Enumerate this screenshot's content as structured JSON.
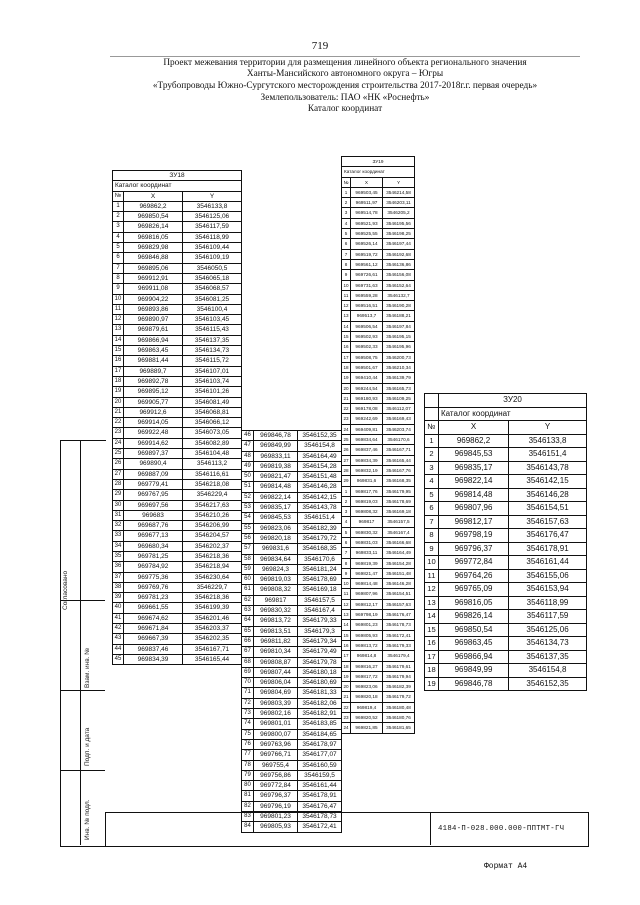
{
  "page_number": "719",
  "header": {
    "line1": "Проект межевания территории для размещения линейного объекта регионального значения",
    "line2": "Ханты-Мансийского автономного округа – Югры",
    "line3": "«Трубопроводы Южно-Сургутского месторождения строительства 2017-2018г.г. первая очередь»",
    "line4": "Землепользователь: ПАО «НК «Роснефть»",
    "line5": "Каталог координат"
  },
  "zu18": {
    "title": "ЗУ18",
    "subtitle": "Каталог координат",
    "col_num": "№",
    "col_x": "X",
    "col_y": "Y",
    "rows": [
      [
        "1",
        "969862,2",
        "3546133,8"
      ],
      [
        "2",
        "969850,54",
        "3546125,06"
      ],
      [
        "3",
        "969826,14",
        "3546117,59"
      ],
      [
        "4",
        "969816,05",
        "3546118,99"
      ],
      [
        "5",
        "969829,98",
        "3546109,44"
      ],
      [
        "6",
        "969846,88",
        "3546109,19"
      ],
      [
        "7",
        "969895,06",
        "3546050,5"
      ],
      [
        "8",
        "969912,91",
        "3546065,18"
      ],
      [
        "9",
        "969911,08",
        "3546068,57"
      ],
      [
        "10",
        "969904,22",
        "3546081,25"
      ],
      [
        "11",
        "969893,86",
        "3546100,4"
      ],
      [
        "12",
        "969890,97",
        "3546103,45"
      ],
      [
        "13",
        "969879,61",
        "3546115,43"
      ],
      [
        "14",
        "969866,94",
        "3546137,35"
      ],
      [
        "15",
        "969863,45",
        "3546134,73"
      ],
      [
        "16",
        "969881,44",
        "3546115,72"
      ],
      [
        "17",
        "969889,7",
        "3546107,01"
      ],
      [
        "18",
        "969892,78",
        "3546103,74"
      ],
      [
        "19",
        "969895,12",
        "3546101,26"
      ],
      [
        "20",
        "969905,77",
        "3546081,49"
      ],
      [
        "21",
        "969912,6",
        "3546068,81"
      ],
      [
        "22",
        "969914,05",
        "3546066,12"
      ],
      [
        "23",
        "969922,48",
        "3546073,05"
      ],
      [
        "24",
        "969914,62",
        "3546082,89"
      ],
      [
        "25",
        "969897,37",
        "3546104,48"
      ],
      [
        "26",
        "969890,4",
        "3546113,2"
      ],
      [
        "27",
        "969887,09",
        "3546116,61"
      ],
      [
        "28",
        "969779,41",
        "3546218,08"
      ],
      [
        "29",
        "969767,95",
        "3546229,4"
      ],
      [
        "30",
        "969697,56",
        "3546217,63"
      ],
      [
        "31",
        "969683",
        "3546210,26"
      ],
      [
        "32",
        "969687,76",
        "3546206,99"
      ],
      [
        "33",
        "969677,13",
        "3546204,57"
      ],
      [
        "34",
        "969680,34",
        "3546202,37"
      ],
      [
        "35",
        "969781,25",
        "3546218,36"
      ],
      [
        "36",
        "969784,92",
        "3546218,94"
      ],
      [
        "37",
        "969775,36",
        "3546230,64"
      ],
      [
        "38",
        "969769,76",
        "3546229,7"
      ],
      [
        "39",
        "969781,23",
        "3546218,36"
      ],
      [
        "40",
        "969661,55",
        "3546199,39"
      ],
      [
        "41",
        "969674,62",
        "3546201,46"
      ],
      [
        "42",
        "969671,84",
        "3546203,37"
      ],
      [
        "43",
        "969667,39",
        "3546202,35"
      ],
      [
        "44",
        "969837,46",
        "3546167,71"
      ],
      [
        "45",
        "969834,39",
        "3546165,44"
      ]
    ],
    "rows2": [
      [
        "46",
        "969846,78",
        "3546152,35"
      ],
      [
        "47",
        "969849,99",
        "3546154,8"
      ],
      [
        "48",
        "969833,11",
        "3546164,49"
      ],
      [
        "49",
        "969819,38",
        "3546154,28"
      ],
      [
        "50",
        "969821,47",
        "3546151,48"
      ],
      [
        "51",
        "969814,48",
        "3546146,28"
      ],
      [
        "52",
        "969822,14",
        "3546142,15"
      ],
      [
        "53",
        "969835,17",
        "3546143,78"
      ],
      [
        "54",
        "969845,53",
        "3546151,4"
      ],
      [
        "55",
        "969823,06",
        "3546182,39"
      ],
      [
        "56",
        "969820,18",
        "3546179,72"
      ],
      [
        "57",
        "969831,6",
        "3546168,35"
      ],
      [
        "58",
        "969834,64",
        "3546170,6"
      ],
      [
        "59",
        "969824,3",
        "3546181,24"
      ],
      [
        "60",
        "969819,03",
        "3546178,69"
      ],
      [
        "61",
        "969808,32",
        "3546169,18"
      ],
      [
        "62",
        "969817",
        "3546157,5"
      ],
      [
        "63",
        "969830,32",
        "3546167,4"
      ],
      [
        "64",
        "969813,72",
        "3546179,33"
      ],
      [
        "65",
        "969813,51",
        "3546179,3"
      ],
      [
        "66",
        "969811,82",
        "3546179,34"
      ],
      [
        "67",
        "969810,34",
        "3546179,49"
      ],
      [
        "68",
        "969808,87",
        "3546179,78"
      ],
      [
        "69",
        "969807,44",
        "3546180,18"
      ],
      [
        "70",
        "969806,04",
        "3546180,69"
      ],
      [
        "71",
        "969804,69",
        "3546181,33"
      ],
      [
        "72",
        "969803,39",
        "3546182,06"
      ],
      [
        "73",
        "969802,16",
        "3546182,91"
      ],
      [
        "74",
        "969801,01",
        "3546183,85"
      ],
      [
        "75",
        "969800,07",
        "3546184,65"
      ],
      [
        "76",
        "969763,96",
        "3546178,97"
      ],
      [
        "77",
        "969766,71",
        "3546177,07"
      ],
      [
        "78",
        "969755,4",
        "3546160,59"
      ],
      [
        "79",
        "969756,86",
        "3546159,5"
      ],
      [
        "80",
        "969772,84",
        "3546161,44"
      ],
      [
        "81",
        "969796,37",
        "3546178,91"
      ],
      [
        "82",
        "969796,19",
        "3546176,47"
      ],
      [
        "83",
        "969801,23",
        "3546178,73"
      ],
      [
        "84",
        "969805,93",
        "3546172,41"
      ]
    ]
  },
  "zu19": {
    "title": "ЗУ19",
    "subtitle": "Каталог координат",
    "col_num": "№",
    "col_x": "X",
    "col_y": "Y",
    "rows": [
      [
        "1",
        "969503,45",
        "3546214,58"
      ],
      [
        "2",
        "969511,97",
        "3546203,11"
      ],
      [
        "3",
        "969514,78",
        "3546205,2"
      ],
      [
        "4",
        "969521,93",
        "3546195,56"
      ],
      [
        "5",
        "969525,55",
        "3546198,25"
      ],
      [
        "6",
        "969526,14",
        "3546197,44"
      ],
      [
        "7",
        "969519,72",
        "3546192,68"
      ],
      [
        "8",
        "969561,12",
        "3546136,86"
      ],
      [
        "9",
        "969726,61",
        "3546156,08"
      ],
      [
        "10",
        "969731,63",
        "3546152,64"
      ],
      [
        "11",
        "969559,28",
        "3546132,7"
      ],
      [
        "12",
        "969516,51",
        "3546190,28"
      ],
      [
        "13",
        "969513,7",
        "3546188,21"
      ],
      [
        "14",
        "969506,54",
        "3546197,84"
      ],
      [
        "15",
        "969502,93",
        "3546195,15"
      ],
      [
        "16",
        "969502,33",
        "3546195,96"
      ],
      [
        "17",
        "969508,75",
        "3546200,73"
      ],
      [
        "18",
        "969501,67",
        "3546210,34"
      ],
      [
        "19",
        "969410,44",
        "3546139,79"
      ],
      [
        "20",
        "969244,54",
        "3546165,73"
      ],
      [
        "21",
        "969180,93",
        "3546109,25"
      ],
      [
        "22",
        "969178,08",
        "3546112,07"
      ],
      [
        "23",
        "969242,69",
        "3546169,43"
      ],
      [
        "24",
        "969409,81",
        "3546203,74"
      ],
      [
        "25",
        "969834,64",
        "3546170,6"
      ],
      [
        "26",
        "969837,46",
        "3546167,71"
      ],
      [
        "27",
        "969834,39",
        "3546165,44"
      ],
      [
        "28",
        "969832,19",
        "3546167,76"
      ],
      [
        "29",
        "969831,6",
        "3546168,35"
      ],
      [
        "1",
        "969817,76",
        "3546179,95"
      ],
      [
        "2",
        "969819,03",
        "3546178,69"
      ],
      [
        "3",
        "969808,32",
        "3546169,18"
      ],
      [
        "4",
        "969817",
        "3546157,5"
      ],
      [
        "5",
        "969830,32",
        "3546167,4"
      ],
      [
        "6",
        "969831,03",
        "3546166,68"
      ],
      [
        "7",
        "969833,11",
        "3546164,49"
      ],
      [
        "8",
        "969819,39",
        "3546154,28"
      ],
      [
        "9",
        "969821,47",
        "3546151,48"
      ],
      [
        "10",
        "969814,48",
        "3546146,28"
      ],
      [
        "11",
        "969807,96",
        "3546154,51"
      ],
      [
        "12",
        "969812,17",
        "3546157,63"
      ],
      [
        "13",
        "969798,19",
        "3546176,47"
      ],
      [
        "14",
        "969801,23",
        "3546178,73"
      ],
      [
        "15",
        "969805,93",
        "3546172,41"
      ],
      [
        "16",
        "969813,72",
        "3546179,33"
      ],
      [
        "17",
        "969814,8",
        "3546179,4"
      ],
      [
        "18",
        "969816,27",
        "3546179,61"
      ],
      [
        "19",
        "969817,72",
        "3546179,94"
      ],
      [
        "20",
        "969823,06",
        "3546182,39"
      ],
      [
        "21",
        "969820,18",
        "3546179,72"
      ],
      [
        "22",
        "969819,4",
        "3546180,48"
      ],
      [
        "23",
        "969820,52",
        "3546180,76"
      ],
      [
        "24",
        "969821,85",
        "3546181,65"
      ]
    ]
  },
  "zu20": {
    "title": "ЗУ20",
    "subtitle": "Каталог координат",
    "col_num": "№",
    "col_x": "X",
    "col_y": "Y",
    "rows": [
      [
        "1",
        "969862,2",
        "3546133,8"
      ],
      [
        "2",
        "969845,53",
        "3546151,4"
      ],
      [
        "3",
        "969835,17",
        "3546143,78"
      ],
      [
        "4",
        "969822,14",
        "3546142,15"
      ],
      [
        "5",
        "969814,48",
        "3546146,28"
      ],
      [
        "6",
        "969807,96",
        "3546154,51"
      ],
      [
        "7",
        "969812,17",
        "3546157,63"
      ],
      [
        "8",
        "969798,19",
        "3546176,47"
      ],
      [
        "9",
        "969796,37",
        "3546178,91"
      ],
      [
        "10",
        "969772,84",
        "3546161,44"
      ],
      [
        "11",
        "969764,26",
        "3546155,06"
      ],
      [
        "12",
        "969765,09",
        "3546153,94"
      ],
      [
        "13",
        "969816,05",
        "3546118,99"
      ],
      [
        "14",
        "969826,14",
        "3546117,59"
      ],
      [
        "15",
        "969850,54",
        "3546125,06"
      ],
      [
        "16",
        "969863,45",
        "3546134,73"
      ],
      [
        "17",
        "969866,94",
        "3546137,35"
      ],
      [
        "18",
        "969849,99",
        "3546154,8"
      ],
      [
        "19",
        "969846,78",
        "3546152,35"
      ]
    ]
  },
  "side_stamp": {
    "agreed": "Согласовано",
    "inv_replaced": "Взам. инв. №",
    "sign_date": "Подп. и дата",
    "inv_original": "Инв. № подл."
  },
  "doc_code": "4184-П-028.000.000-ППТМТ-ГЧ",
  "format": "Формат А4"
}
